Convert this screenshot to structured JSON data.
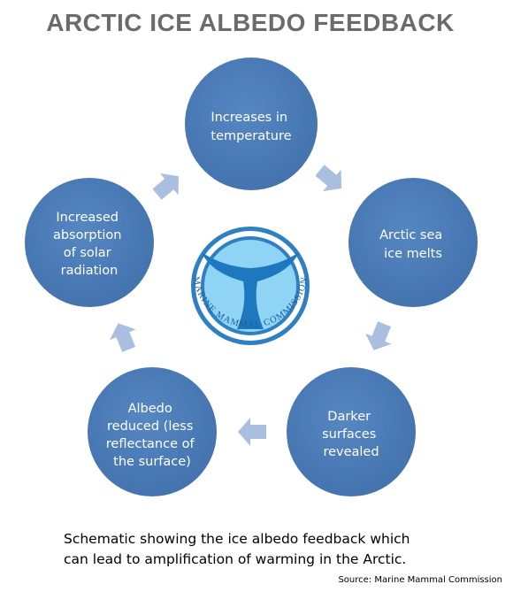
{
  "title": "ARCTIC ICE ALBEDO FEEDBACK",
  "nodes": [
    {
      "id": "temperature",
      "lines": [
        "Increases in",
        "temperature"
      ]
    },
    {
      "id": "ice-melts",
      "lines": [
        "Arctic sea",
        "ice melts"
      ]
    },
    {
      "id": "darker-surfaces",
      "lines": [
        "Darker",
        "surfaces",
        "revealed"
      ]
    },
    {
      "id": "albedo-reduced",
      "lines": [
        "Albedo",
        "reduced (less",
        "reflectance of",
        "the surface)"
      ]
    },
    {
      "id": "absorption",
      "lines": [
        "Increased",
        "absorption",
        "of solar",
        "radiation"
      ]
    }
  ],
  "logo": {
    "text": "MARINE MAMMAL COMMISSION"
  },
  "caption": {
    "line1": "Schematic showing the ice albedo feedback which",
    "line2": "can lead to amplification of warming in the Arctic."
  },
  "source": "Source: Marine Mammal Commission",
  "colors": {
    "circle": "#4a7cb9",
    "arrow": "#aabfe0",
    "title": "#6b6b6b",
    "logo_ring": "#2f80c3",
    "logo_bg": "#8fd4f5",
    "tail": "#1e78c0"
  }
}
